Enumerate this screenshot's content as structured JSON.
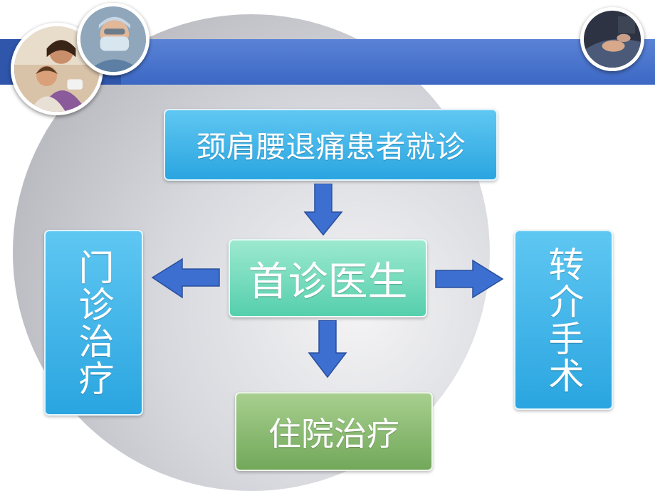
{
  "nodes": {
    "patient": "颈肩腰退痛患者就诊",
    "first_doctor": "首诊医生",
    "outpatient": "门诊治疗",
    "surgery": "转介手术",
    "inpatient": "住院治疗"
  },
  "arrows": [
    {
      "from": "patient",
      "to": "first_doctor"
    },
    {
      "from": "first_doctor",
      "to": "outpatient"
    },
    {
      "from": "first_doctor",
      "to": "surgery"
    },
    {
      "from": "first_doctor",
      "to": "inpatient"
    }
  ],
  "colors": {
    "header_band": "#4472cc",
    "box_blue": "#2aa5e0",
    "box_teal": "#55cfad",
    "box_green": "#72a85a",
    "arrow": "#3c6fd0"
  }
}
